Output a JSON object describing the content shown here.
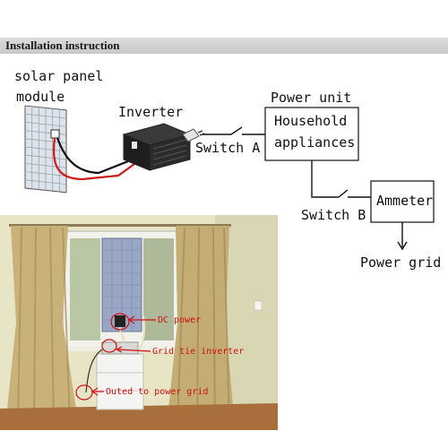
{
  "header": {
    "title": "Installation instruction"
  },
  "labels": {
    "solar_line1": "solar panel",
    "solar_line2": "module",
    "inverter": "Inverter",
    "switch_a": "Switch A",
    "power_unit": "Power unit",
    "household_line1": "Household",
    "household_line2": "appliances",
    "switch_b": "Switch B",
    "ammeter": "Ammeter",
    "power_grid": "Power grid"
  },
  "photo": {
    "dc_power": "DC power",
    "grid_tie_inverter": "Grid tie inverter",
    "outed_to_power_grid": "Outed to power grid"
  },
  "colors": {
    "wire_red": "#cc1b1b",
    "wire_black": "#111111",
    "annotation_red": "#d01010"
  }
}
